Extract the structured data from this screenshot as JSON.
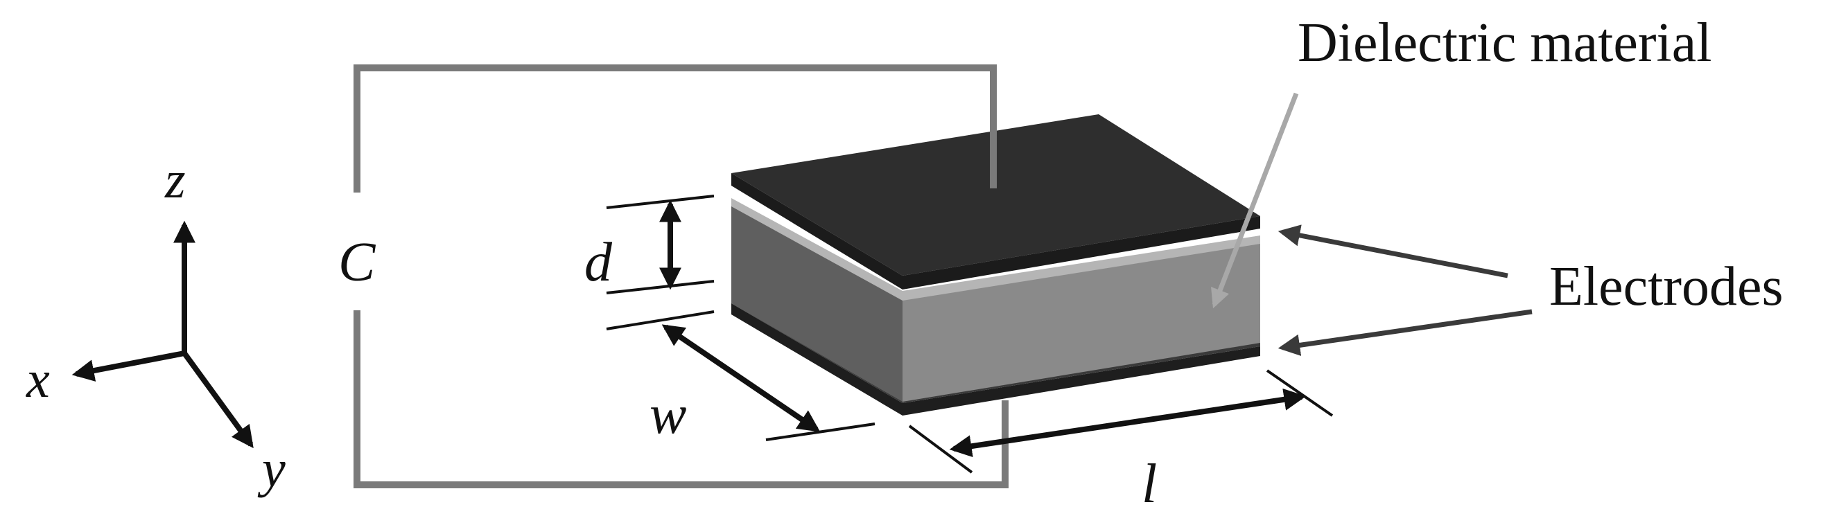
{
  "labels": {
    "dielectric": "Dielectric material",
    "electrodes": "Electrodes",
    "capacitance": "C",
    "thickness": "d",
    "width": "w",
    "length": "l"
  },
  "axes": {
    "x": "x",
    "y": "y",
    "z": "z"
  },
  "colors": {
    "electrode_top": "#2e2e2e",
    "electrode_side": "#1e1e1e",
    "dielectric_front": "#8a8a8a",
    "dielectric_side": "#5f5f5f",
    "dielectric_edge": "#b5b5b5",
    "wire": "#7a7a7a",
    "arrow": "#111111",
    "pointer_dielectric": "#a8a8a8",
    "pointer_electrode": "#3a3a3a"
  }
}
